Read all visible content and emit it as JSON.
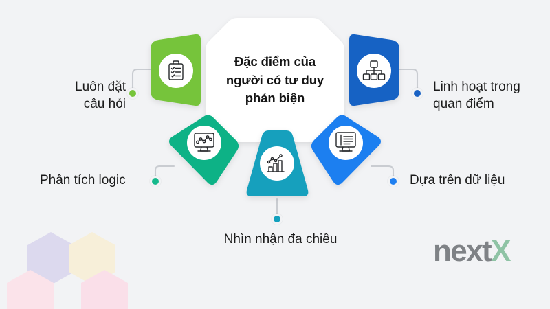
{
  "background_color": "#f2f3f5",
  "center": {
    "title": "Đặc điểm của\nngười có tư duy\nphản biện",
    "shape": "octagon",
    "fill": "#ffffff"
  },
  "branches": [
    {
      "key": "question",
      "label": "Luôn đặt\ncâu hỏi",
      "icon": "clipboard-checklist-icon",
      "shape": "left-arrow-tab",
      "color": "#76c43a",
      "dot_color": "#76c43a",
      "side": "left"
    },
    {
      "key": "flexible",
      "label": "Linh hoạt trong\nquan điểm",
      "icon": "hierarchy-icon",
      "shape": "right-arrow-tab",
      "color": "#1962c4",
      "dot_color": "#1962c4",
      "side": "right"
    },
    {
      "key": "logic",
      "label": "Phân tích logic",
      "icon": "monitor-analytics-icon",
      "shape": "diamond",
      "color": "#0fb286",
      "dot_color": "#16b98c",
      "side": "left"
    },
    {
      "key": "data",
      "label": "Dựa trên dữ liệu",
      "icon": "monitor-document-icon",
      "shape": "diamond",
      "color": "#1f7ff0",
      "dot_color": "#1f7ff0",
      "side": "right"
    },
    {
      "key": "multiview",
      "label": "Nhìn nhận đa chiều",
      "icon": "bar-chart-trend-icon",
      "shape": "trapezoid",
      "color": "#12a0bd",
      "dot_color": "#12a0bd",
      "side": "bottom"
    }
  ],
  "logo": {
    "text_primary": "next",
    "text_accent": "X",
    "primary_color": "#7f8286",
    "accent_color": "#8fc3a5"
  },
  "decorations": {
    "hexagons": [
      {
        "name": "hexagon-lavender",
        "color": "#dcd9ee"
      },
      {
        "name": "hexagon-cream",
        "color": "#f7efd9"
      },
      {
        "name": "hexagon-pink-left",
        "color": "#fbe3ea"
      },
      {
        "name": "hexagon-pink-right",
        "color": "#fadfe9"
      }
    ]
  }
}
